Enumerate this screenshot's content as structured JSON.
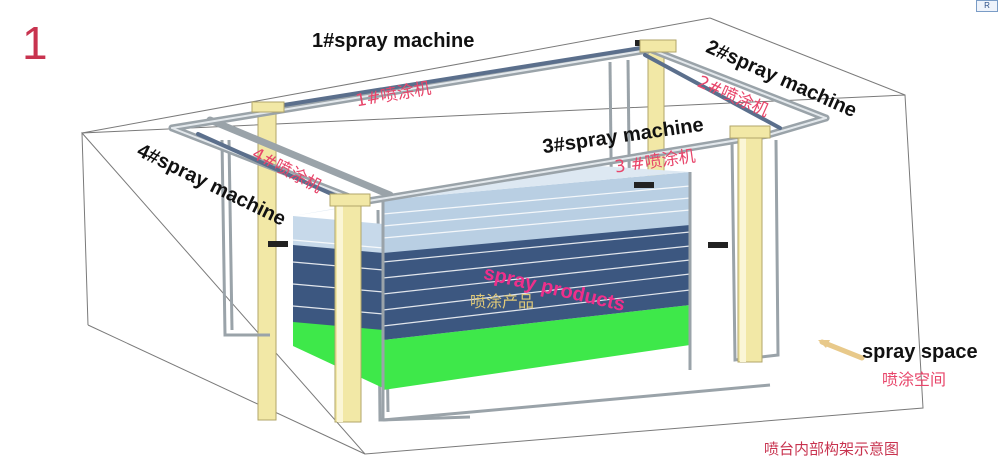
{
  "panel_number": "1",
  "machines": [
    {
      "en": "1#spray machine",
      "cn": "1#喷涂机"
    },
    {
      "en": "2#spray machine",
      "cn": "2#喷涂机"
    },
    {
      "en": "3#spray machine",
      "cn": "3 #喷涂机"
    },
    {
      "en": "4#spray machine",
      "cn": "4#喷涂机"
    }
  ],
  "products": {
    "en": "spray products",
    "cn": "喷涂产品"
  },
  "space": {
    "en": "spray space",
    "cn": "喷涂空间"
  },
  "caption": "喷台内部构架示意图",
  "corner_icon_text": "R",
  "colors": {
    "frame_rail": "#aab2b8",
    "column": "#f2e8a6",
    "product_green": "#3ee84a",
    "product_navy": "#3c5780",
    "product_light": "#b9cfe3",
    "label_pink": "#e8456a",
    "products_label": "#ee2f8a",
    "arrow": "#e8c98a"
  }
}
